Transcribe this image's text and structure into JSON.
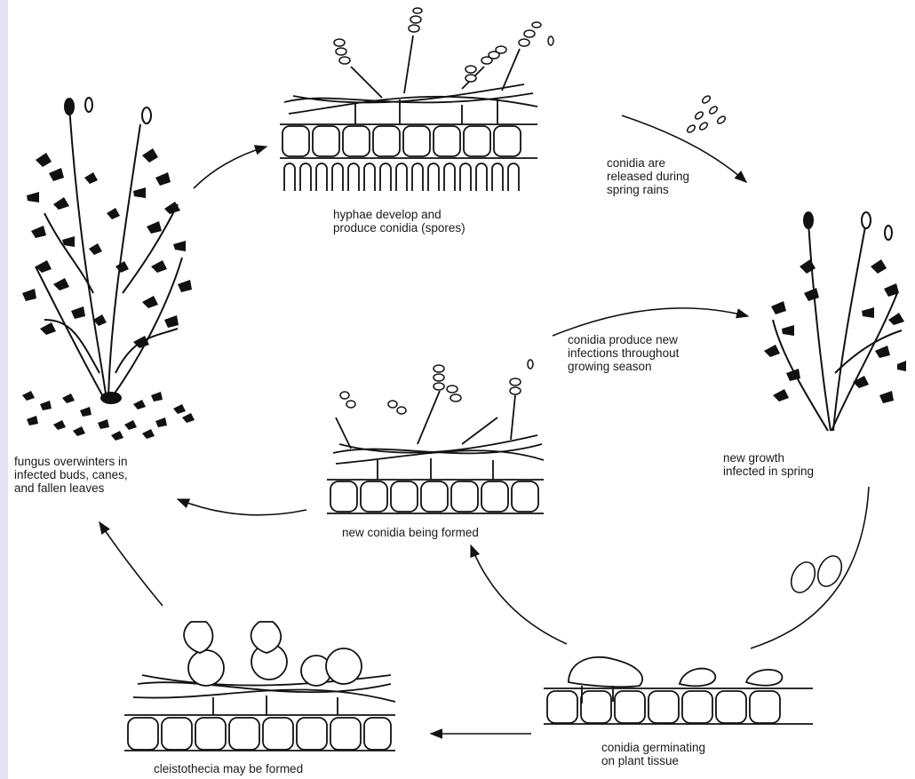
{
  "labels": {
    "hyphae": "hyphae develop and\nproduce conidia (spores)",
    "released": "conidia are\nreleased during\nspring rains",
    "new_infections": "conidia produce new\ninfections throughout\ngrowing season",
    "new_growth": "new growth\ninfected in spring",
    "overwinters": "fungus overwinters in\ninfected buds, canes,\nand fallen leaves",
    "new_conidia": "new conidia being formed",
    "germinating": "conidia germinating\non plant tissue",
    "cleistothecia": "cleistothecia may be formed"
  },
  "colors": {
    "background": "#e4e4f6",
    "ink": "#1a1a1a",
    "panel": "#ffffff"
  }
}
